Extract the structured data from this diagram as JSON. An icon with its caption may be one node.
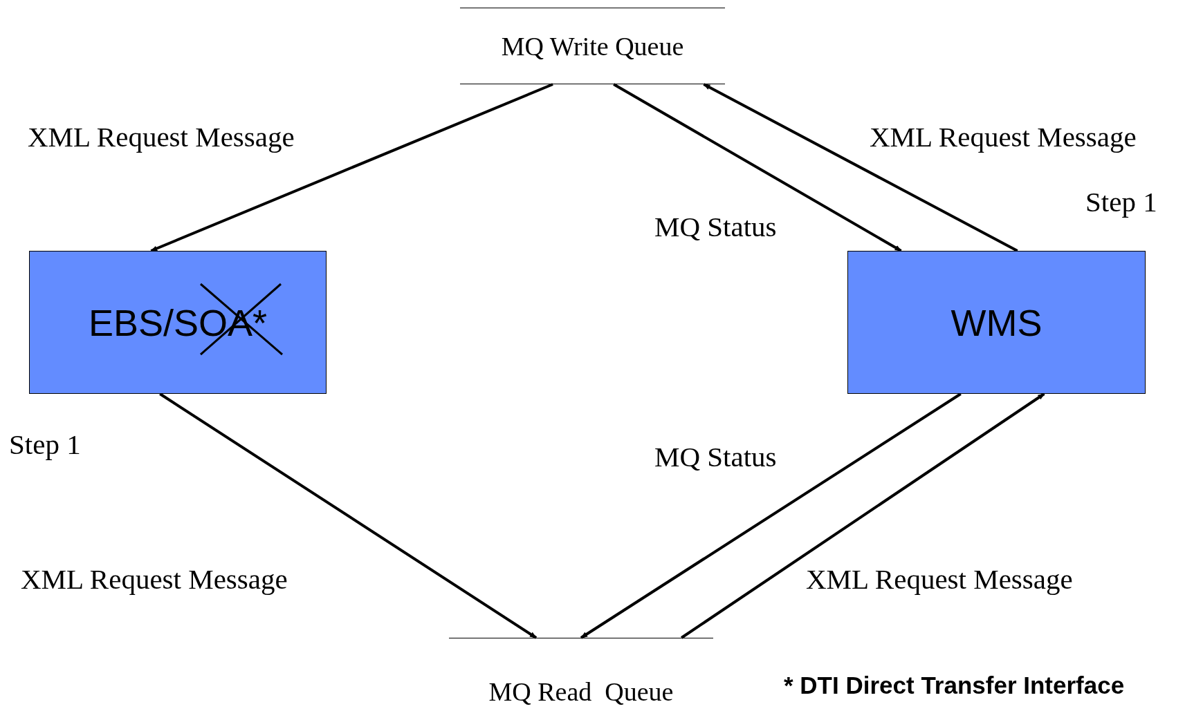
{
  "diagram": {
    "nodes": [
      {
        "text": [
          "MQ Write Queue"
        ]
      },
      {
        "text": [
          "EBS/SOA*"
        ]
      },
      {
        "text": [
          "WMS"
        ]
      },
      {
        "text": [
          "MQ Read  Queue"
        ]
      }
    ],
    "edges": [
      {
        "from": 0,
        "to": 1,
        "arrow": "to"
      },
      {
        "from": 0,
        "to": 2,
        "arrow": "to"
      },
      {
        "from": 2,
        "to": 0,
        "arrow": "to"
      },
      {
        "from": 1,
        "to": 3,
        "arrow": "to"
      },
      {
        "from": 2,
        "to": 3,
        "arrow": "to"
      },
      {
        "from": 3,
        "to": 2,
        "arrow": "to"
      }
    ],
    "labels": [
      "XML Request Message",
      "XML Request Message",
      "Step 1",
      "MQ Status",
      "Step 1",
      "MQ Status",
      "XML Request Message",
      "XML Request Message",
      "* DTI Direct Transfer Interface"
    ]
  }
}
